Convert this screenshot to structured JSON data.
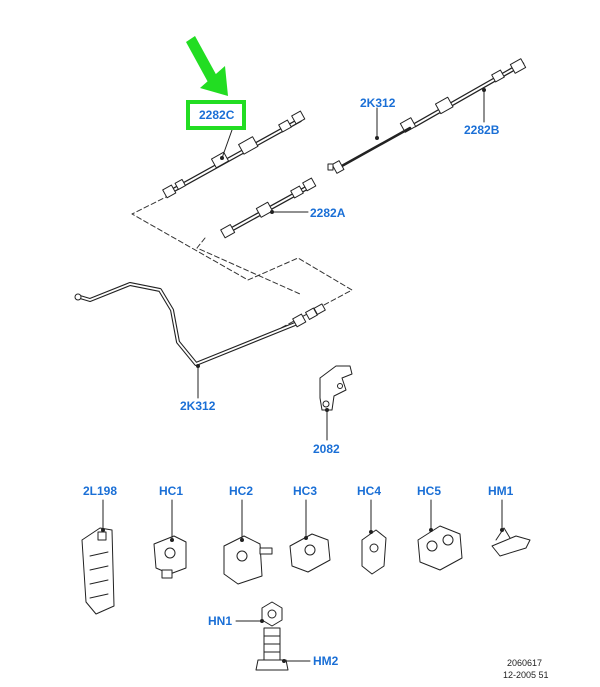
{
  "diagram": {
    "highlight_color": "#22dd22",
    "label_color": "#1a6fd6",
    "line_color": "#222222",
    "labels": {
      "hose_2282c": "2282C",
      "tube_2k312_top": "2K312",
      "hose_2282b": "2282B",
      "hose_2282a": "2282A",
      "tube_2k312_bottom": "2K312",
      "bracket_2082": "2082",
      "clip_2l198": "2L198",
      "clip_hc1": "HC1",
      "clip_hc2": "HC2",
      "clip_hc3": "HC3",
      "clip_hc4": "HC4",
      "clip_hc5": "HC5",
      "clip_hm1": "HM1",
      "nut_hn1": "HN1",
      "bolt_hm2": "HM2"
    },
    "reference": {
      "code": "2060617",
      "date": "12-2005 51"
    }
  }
}
